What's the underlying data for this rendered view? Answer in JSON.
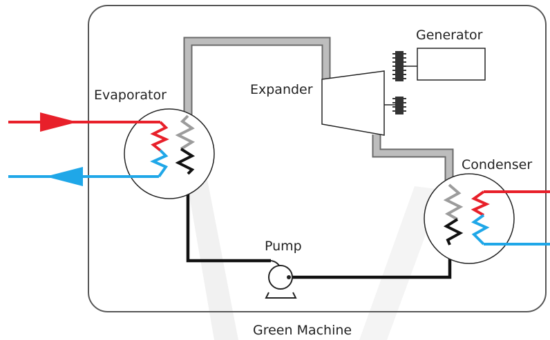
{
  "labels": {
    "evaporator": "Evaporator",
    "expander": "Expander",
    "generator": "Generator",
    "condenser": "Condenser",
    "pump": "Pump",
    "machine": "Green Machine"
  },
  "colors": {
    "hot": "#e8202a",
    "cold": "#1fa7e8",
    "vapor_pipe": "#bdbdbd",
    "liquid_pipe": "#111111",
    "frame": "#555555"
  }
}
